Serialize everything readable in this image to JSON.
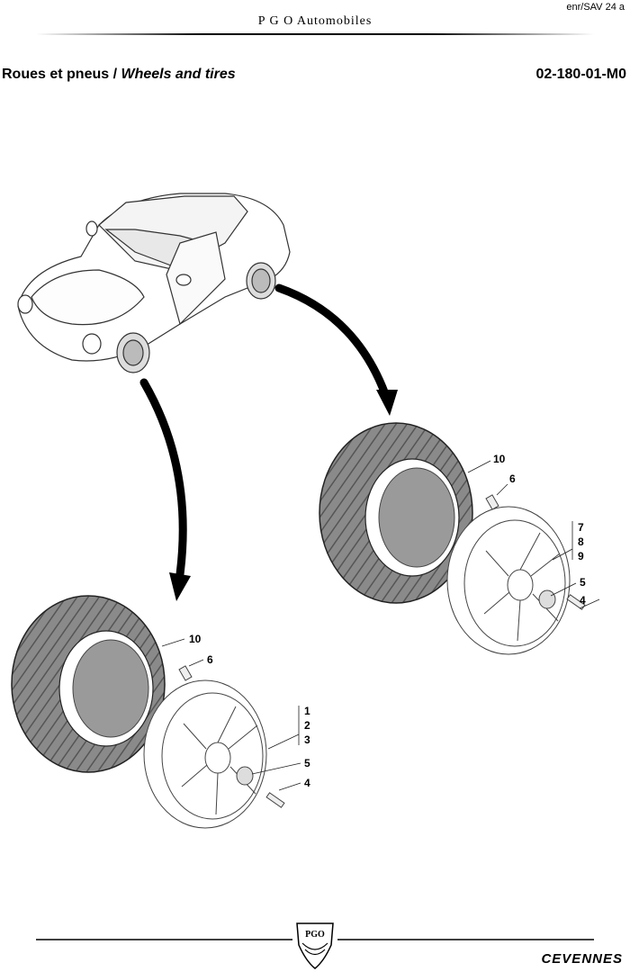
{
  "header": {
    "reference": "enr/SAV 24 a",
    "company": "P G O Automobiles"
  },
  "section": {
    "title_fr": "Roues et pneus / ",
    "title_en": "Wheels and tires",
    "doc_number": "02-180-01-M0"
  },
  "assembly_rear": {
    "callouts": {
      "tire": "10",
      "valve": "6",
      "rim_a": "7",
      "rim_b": "8",
      "rim_c": "9",
      "cap": "5",
      "bolt": "4"
    }
  },
  "assembly_front": {
    "callouts": {
      "tire": "10",
      "valve": "6",
      "rim_a": "1",
      "rim_b": "2",
      "rim_c": "3",
      "cap": "5",
      "bolt": "4"
    }
  },
  "footer": {
    "logo_text": "PGO",
    "model": "CEVENNES"
  }
}
